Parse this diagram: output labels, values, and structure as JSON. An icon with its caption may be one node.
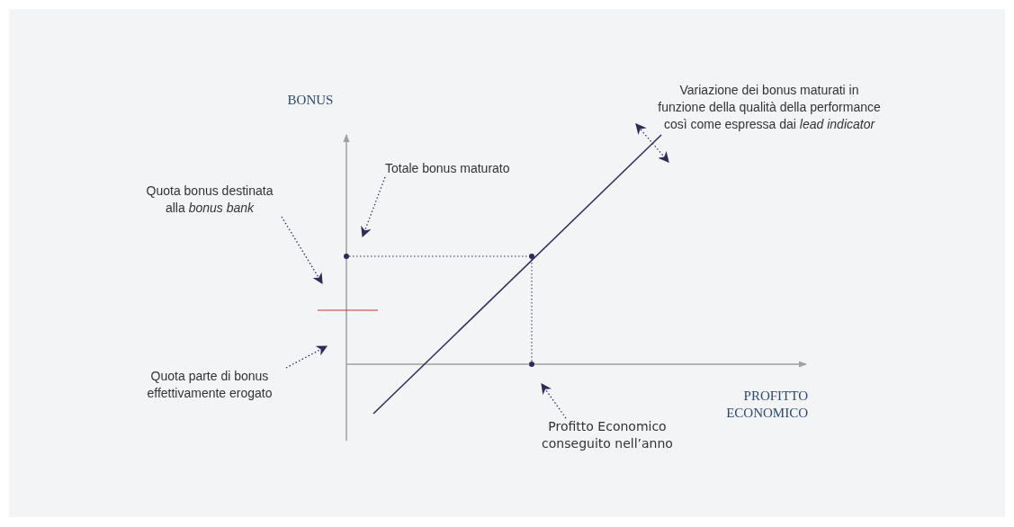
{
  "diagram": {
    "nodes": [
      {
        "text": [
          "Totale bonus maturato"
        ]
      },
      {
        "text": [
          "Quota bonus destinata alla *bonus bank*"
        ]
      },
      {
        "text": [
          "Quota parte di bonus effettivamente erogato"
        ]
      },
      {
        "text": [
          "Profitto Economico conseguito nell’anno"
        ]
      }
    ],
    "edges": [
      {
        "from": 0,
        "to": null,
        "arrow": "to",
        "style": "dashed"
      },
      {
        "from": 1,
        "to": null,
        "arrow": "to",
        "style": "dashed"
      },
      {
        "from": 2,
        "to": null,
        "arrow": "to",
        "style": "dashed"
      },
      {
        "from": 3,
        "to": null,
        "arrow": "to",
        "style": "dashed"
      }
    ],
    "labels": [
      "BONUS",
      "Variazione dei bonus maturati in funzione della qualità della performance così come espressa dai *lead indicator*",
      "PROFITTO ECONOMICO"
    ]
  }
}
